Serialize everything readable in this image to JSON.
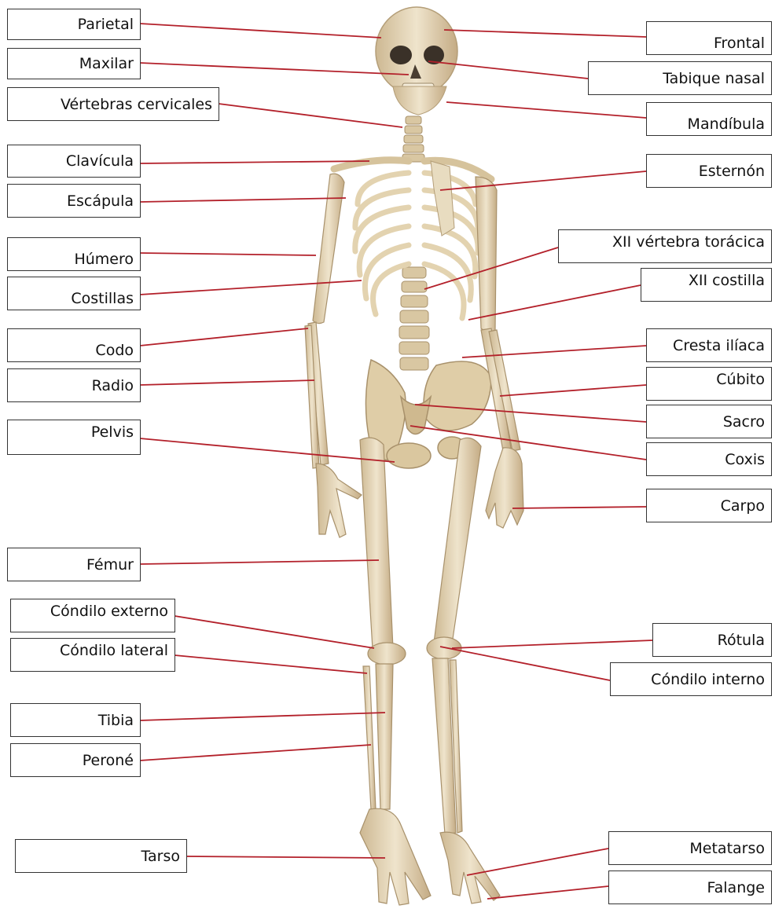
{
  "colors": {
    "leader_line": "#b3202a",
    "bone": "#e6d7b8",
    "bone_shade": "#c7b08a",
    "label_border": "#333333"
  },
  "labels": {
    "parietal": "Parietal",
    "maxilar": "Maxilar",
    "vertebras_cervicales": "Vértebras cervicales",
    "clavicula": "Clavícula",
    "escapula": "Escápula",
    "humero": "Húmero",
    "costillas": "Costillas",
    "codo": "Codo",
    "radio": "Radio",
    "pelvis": "Pelvis",
    "femur": "Fémur",
    "condilo_externo": "Cóndilo externo",
    "condilo_lateral": "Cóndilo lateral",
    "tibia": "Tibia",
    "perone": "Peroné",
    "tarso": "Tarso",
    "frontal": "Frontal",
    "tabique_nasal": "Tabique nasal",
    "mandibula": "Mandíbula",
    "esternon": "Esternón",
    "xii_vertebra_toracica": "XII vértebra torácica",
    "xii_costilla": "XII costilla",
    "cresta_iliaca": "Cresta ilíaca",
    "cubito": "Cúbito",
    "sacro": "Sacro",
    "coxis": "Coxis",
    "carpo": "Carpo",
    "rotula": "Rótula",
    "condilo_interno": "Cóndilo interno",
    "metatarso": "Metatarso",
    "falange": "Falange"
  }
}
